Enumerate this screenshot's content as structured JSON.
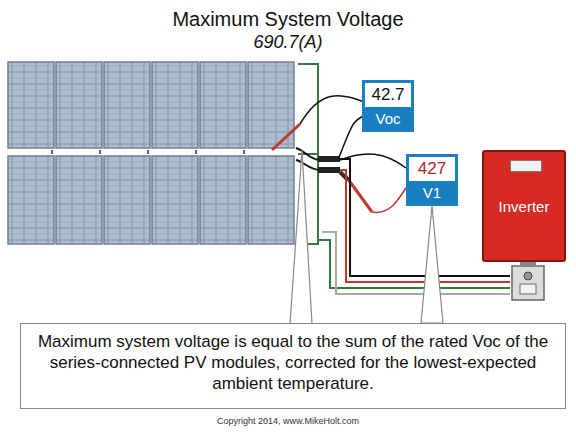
{
  "diagram": {
    "title": "Maximum System Voltage",
    "nodes": [
      {
        "text": [
          "42.7",
          "Voc"
        ]
      },
      {
        "text": [
          "427",
          "V1"
        ]
      },
      {
        "text": [
          "Inverter"
        ]
      },
      {
        "text": [
          "Maximum system voltage is equal to the sum of the rated Voc of the series-connected PV modules, corrected for the lowest-expected ambient temperature."
        ]
      }
    ],
    "edges": [
      {
        "from": 3,
        "to": 1,
        "arrow": "none"
      }
    ],
    "labels": [
      "690.7(A)",
      "Copyright 2014, www.MikeHolt.com"
    ]
  }
}
